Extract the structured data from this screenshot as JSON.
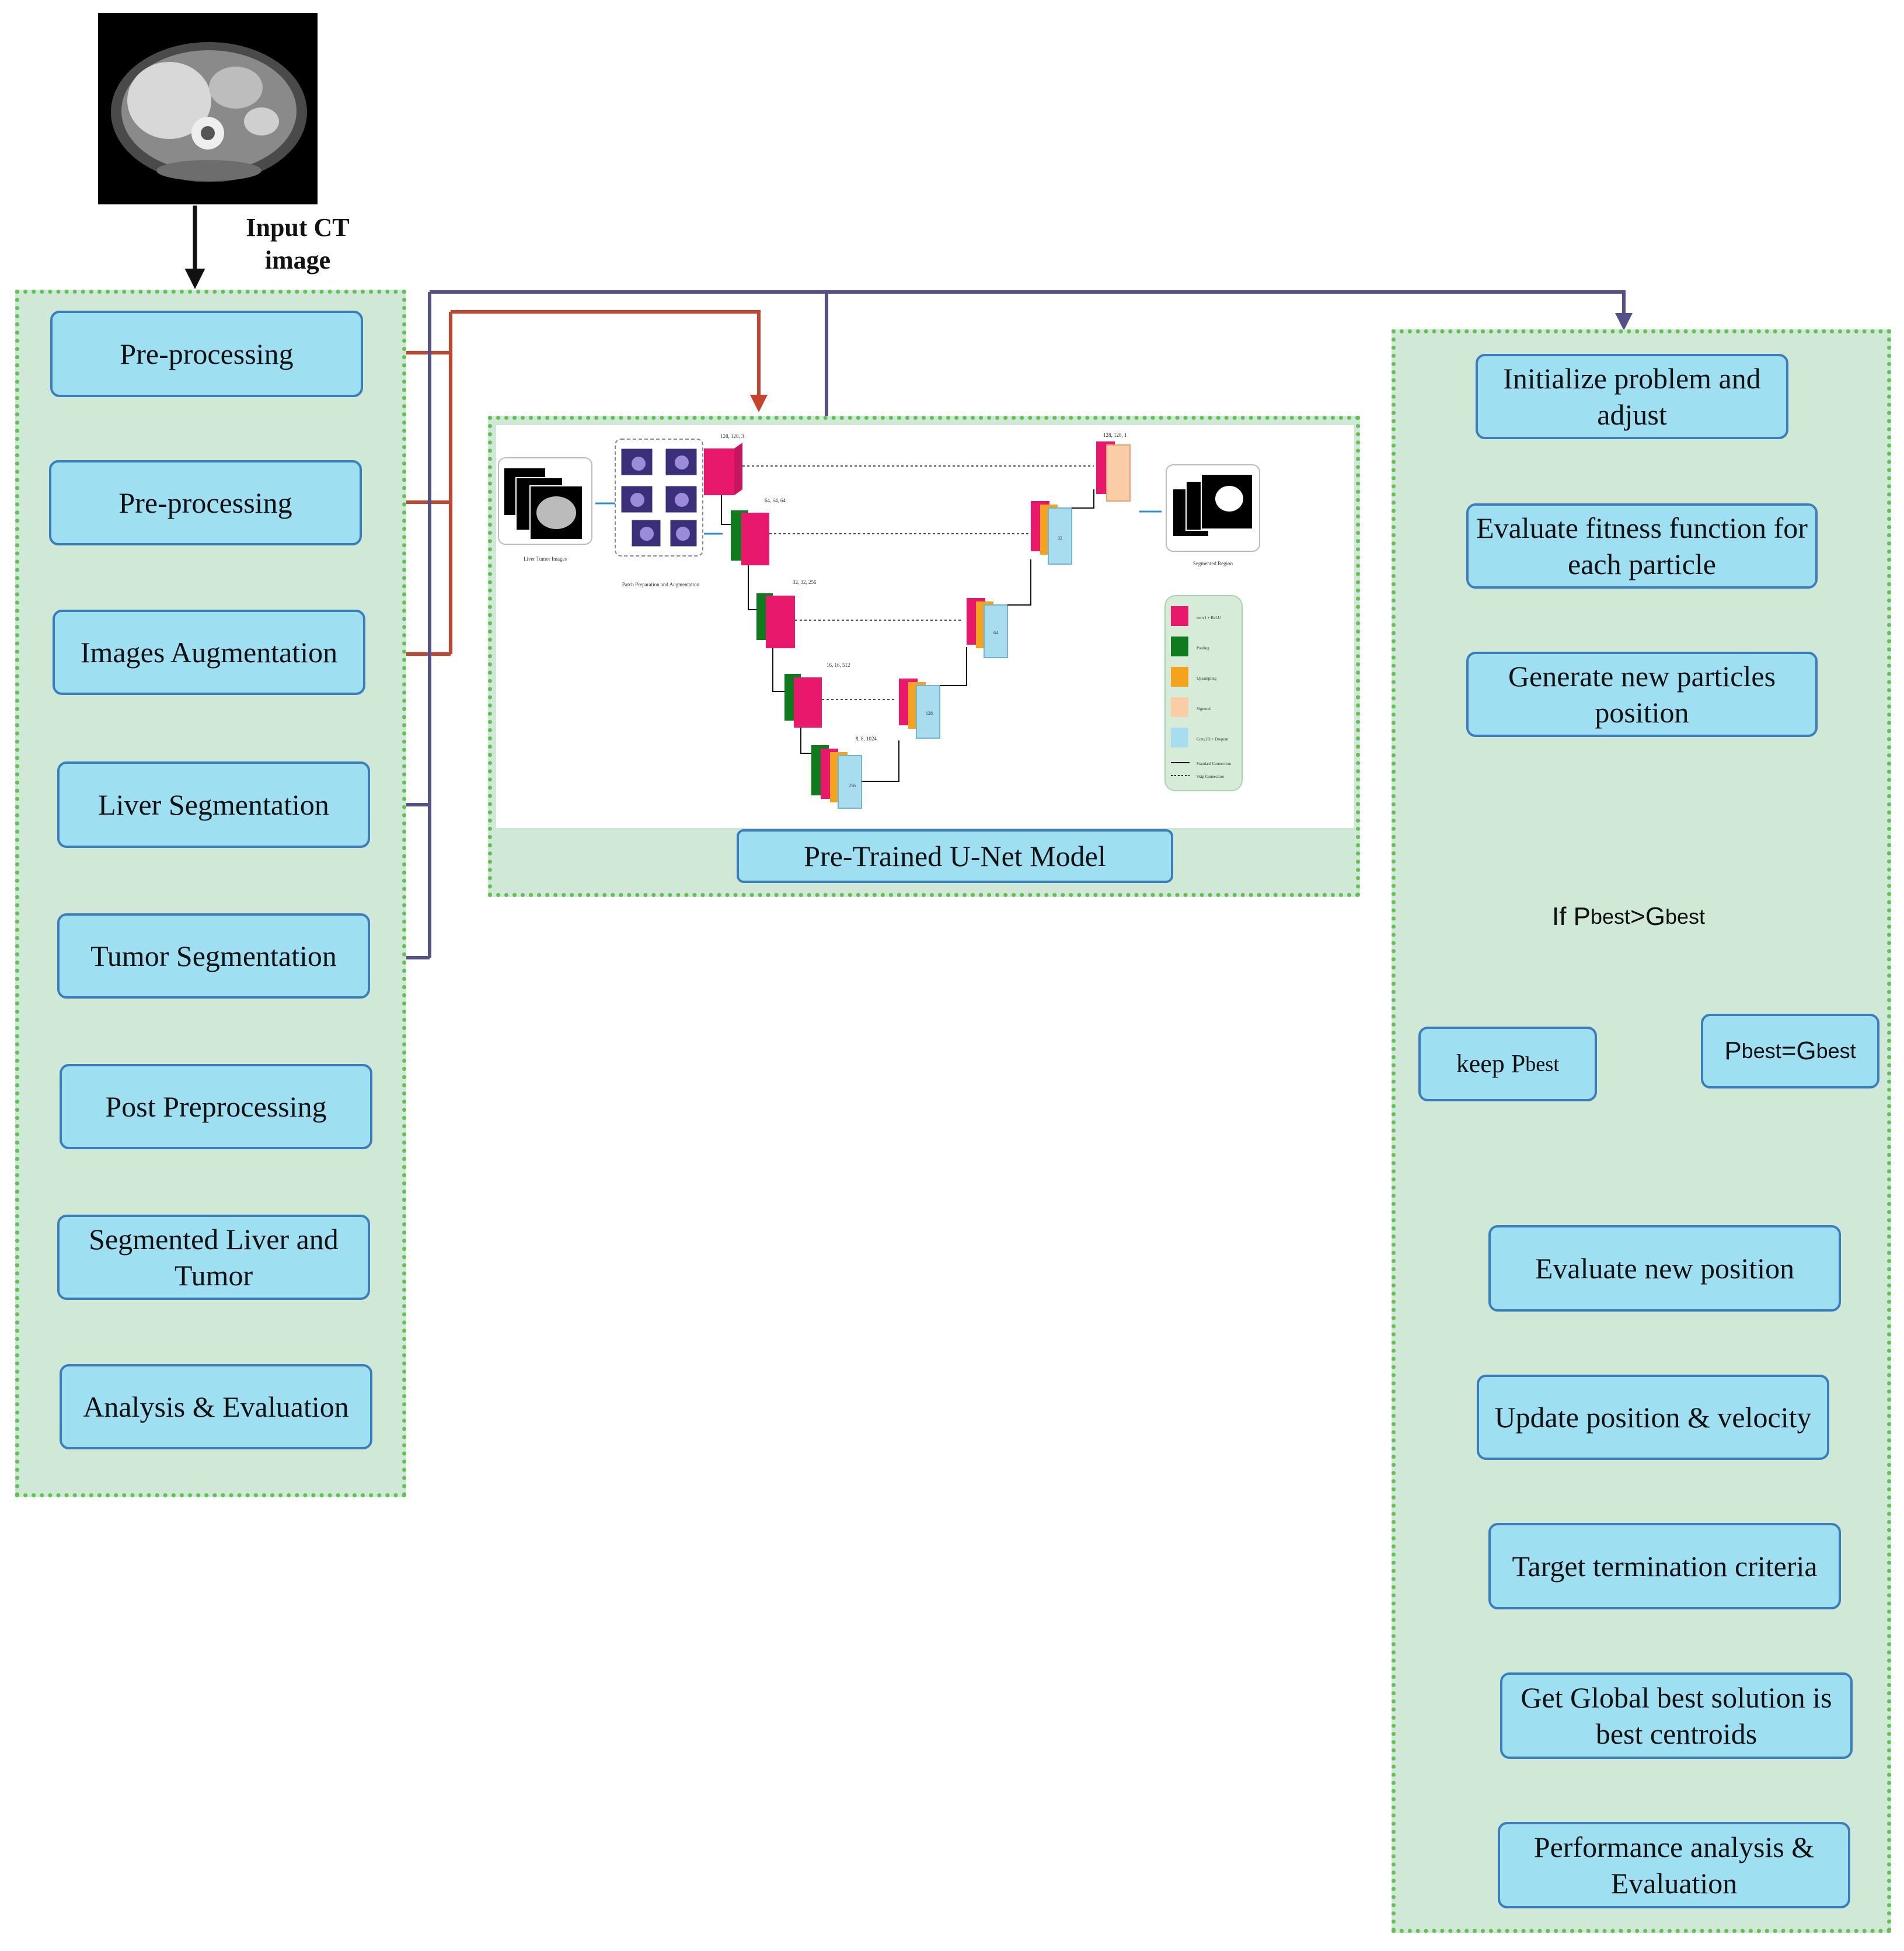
{
  "input": {
    "caption": "Input CT image"
  },
  "left_flow": [
    "Pre-processing",
    "Pre-processing",
    "Images Augmentation",
    "Liver Segmentation",
    "Tumor Segmentation",
    "Post Preprocessing",
    "Segmented Liver and Tumor",
    "Analysis & Evaluation"
  ],
  "model": {
    "label": "Pre-Trained U-Net Model",
    "tiny_labels": {
      "input_images": "Liver Tumor Images",
      "patch": "Patch Preparation and Augmentation",
      "output": "Segmented Region",
      "dims": [
        "128, 128, 3",
        "64, 64, 64",
        "32, 32, 256",
        "16, 16, 512",
        "8, 8, 1024",
        "128, 128, 1"
      ],
      "filters": [
        "256",
        "128",
        "64",
        "32"
      ],
      "legend": [
        "conv1 + ReLU",
        "Pooling",
        "Upsampling",
        "Sigmoid",
        "Conv2D + Dropout",
        "Standard Connection",
        "Skip Connection"
      ]
    }
  },
  "right_flow": {
    "step1": "Initialize problem and adjust",
    "step2": "Evaluate fitness function for each particle",
    "step3": "Generate new particles position",
    "decision": {
      "prefix": "If P",
      "sub1": "best",
      "mid": " >G",
      "sub2": "best"
    },
    "left_branch": {
      "prefix": "keep P",
      "sub": "best"
    },
    "right_branch": {
      "prefix": "P",
      "sub1": "best",
      "mid": " =G",
      "sub2": "best"
    },
    "step4": "Evaluate new position",
    "step5": "Update position & velocity",
    "step6": "Target termination criteria",
    "step7": "Get Global best solution is best centroids",
    "step8": "Performance analysis & Evaluation"
  },
  "colors": {
    "panel_fill": "#cfe9d6",
    "panel_border": "#5fc34f",
    "box_fill": "#9fdff2",
    "box_border": "#3c7dbc",
    "red_connector": "#c8432c",
    "purple_connector": "#54508a",
    "decision_fill": "#f9d3d2",
    "decision_border": "#e0626a"
  }
}
